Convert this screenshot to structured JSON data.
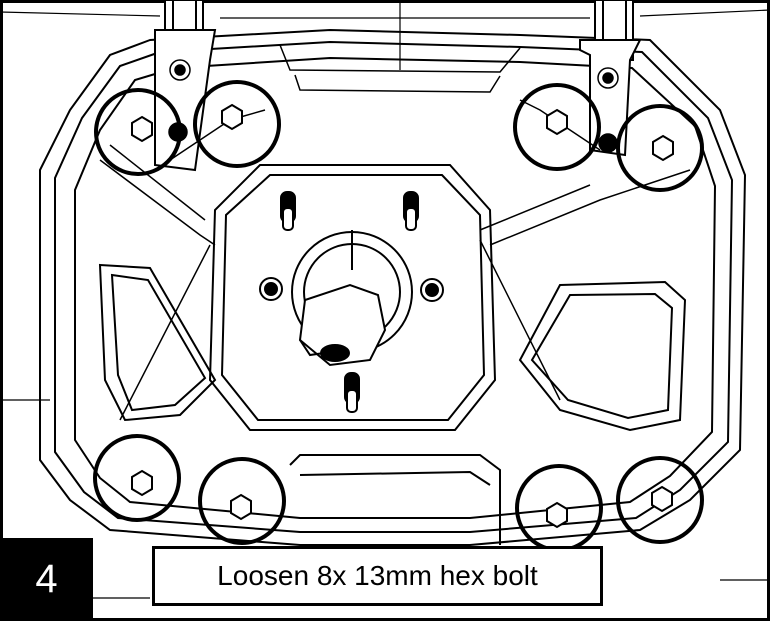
{
  "step": {
    "number": "4"
  },
  "caption": {
    "text": "Loosen 8x 13mm hex bolt"
  },
  "callouts": {
    "count": 8,
    "shape": "circle",
    "color": "#000000"
  },
  "colors": {
    "line": "#000000",
    "background": "#ffffff",
    "badge_bg": "#000000",
    "badge_text": "#ffffff"
  }
}
